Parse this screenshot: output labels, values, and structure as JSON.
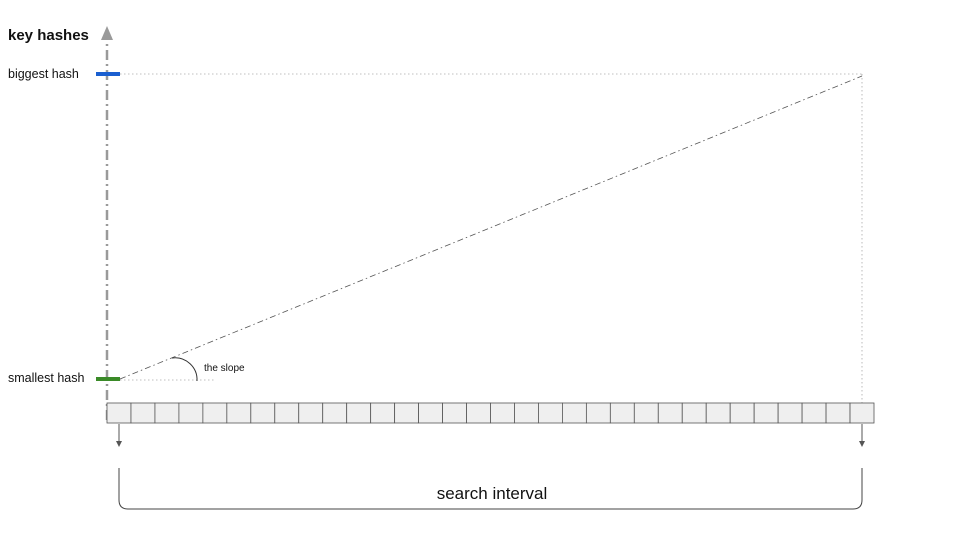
{
  "diagram": {
    "axis_title": "key hashes",
    "max_label": "biggest hash",
    "min_label": "smallest hash",
    "slope_label": "the slope",
    "interval_label": "search interval",
    "array_cells": 32,
    "colors": {
      "max_marker": "#1a5fd0",
      "min_marker": "#3a8a28",
      "axis": "#9a9a9a",
      "guide": "#aaaaaa",
      "cell_fill": "#efefef",
      "cell_stroke": "#555555"
    }
  }
}
